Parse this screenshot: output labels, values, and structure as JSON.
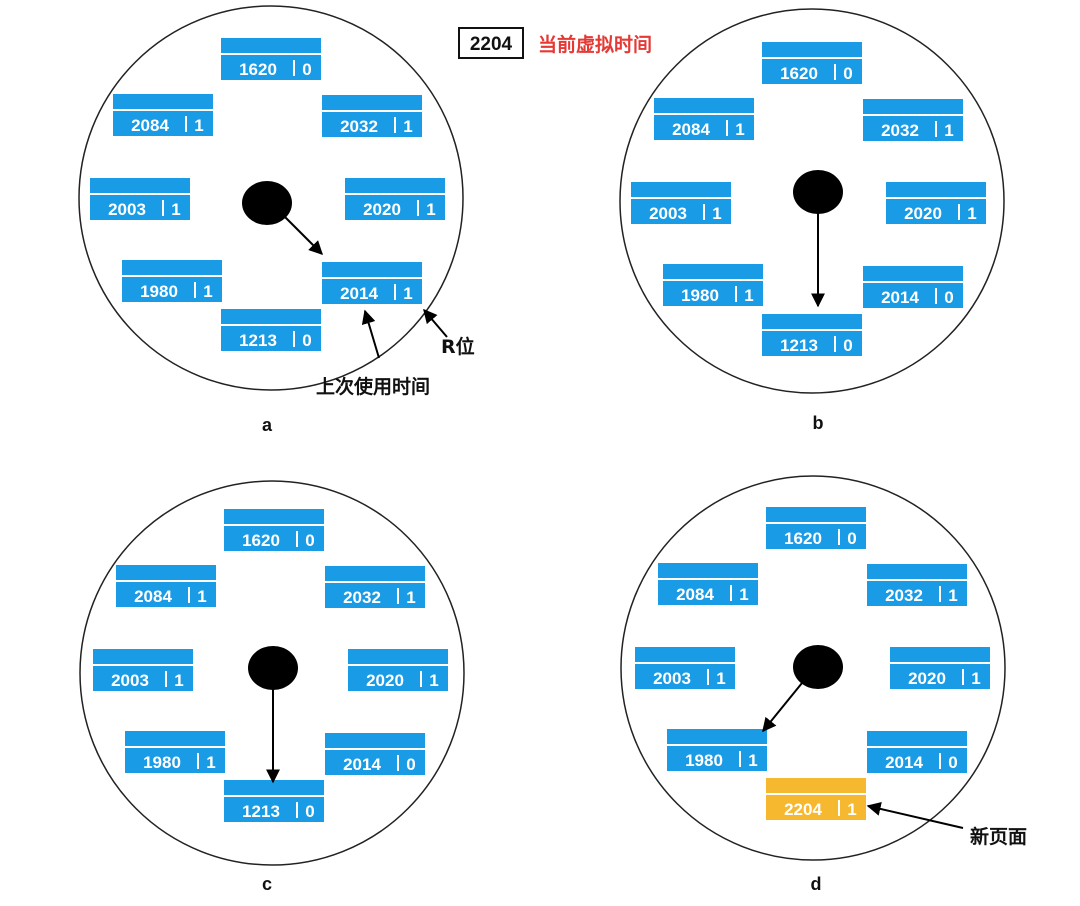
{
  "header": {
    "current_virtual_time_value": "2204",
    "current_virtual_time_label": "当前虚拟时间",
    "label_color": "#e53935"
  },
  "colors": {
    "entry_fill": "#1a9be6",
    "new_entry_fill": "#f5b82e",
    "text_on_entry": "#ffffff",
    "clock_hand": "#000000"
  },
  "panels": [
    {
      "id": "a",
      "label": "a",
      "hand_points_to": "2014",
      "entries": [
        {
          "time": "1620",
          "r": "0"
        },
        {
          "time": "2032",
          "r": "1"
        },
        {
          "time": "2020",
          "r": "1"
        },
        {
          "time": "2014",
          "r": "1"
        },
        {
          "time": "1213",
          "r": "0"
        },
        {
          "time": "1980",
          "r": "1"
        },
        {
          "time": "2003",
          "r": "1"
        },
        {
          "time": "2084",
          "r": "1"
        }
      ]
    },
    {
      "id": "b",
      "label": "b",
      "hand_points_to": "1213",
      "entries": [
        {
          "time": "1620",
          "r": "0"
        },
        {
          "time": "2032",
          "r": "1"
        },
        {
          "time": "2020",
          "r": "1"
        },
        {
          "time": "2014",
          "r": "0"
        },
        {
          "time": "1213",
          "r": "0"
        },
        {
          "time": "1980",
          "r": "1"
        },
        {
          "time": "2003",
          "r": "1"
        },
        {
          "time": "2084",
          "r": "1"
        }
      ]
    },
    {
      "id": "c",
      "label": "c",
      "hand_points_to": "1213",
      "entries": [
        {
          "time": "1620",
          "r": "0"
        },
        {
          "time": "2032",
          "r": "1"
        },
        {
          "time": "2020",
          "r": "1"
        },
        {
          "time": "2014",
          "r": "0"
        },
        {
          "time": "1213",
          "r": "0"
        },
        {
          "time": "1980",
          "r": "1"
        },
        {
          "time": "2003",
          "r": "1"
        },
        {
          "time": "2084",
          "r": "1"
        }
      ]
    },
    {
      "id": "d",
      "label": "d",
      "hand_points_to": "1980",
      "entries": [
        {
          "time": "1620",
          "r": "0"
        },
        {
          "time": "2032",
          "r": "1"
        },
        {
          "time": "2020",
          "r": "1"
        },
        {
          "time": "2014",
          "r": "0"
        },
        {
          "time": "2204",
          "r": "1",
          "is_new": true
        },
        {
          "time": "1980",
          "r": "1"
        },
        {
          "time": "2003",
          "r": "1"
        },
        {
          "time": "2084",
          "r": "1"
        }
      ]
    }
  ],
  "annotations": {
    "r_bit_label": "R位",
    "last_used_label": "上次使用时间",
    "new_page_label": "新页面"
  }
}
